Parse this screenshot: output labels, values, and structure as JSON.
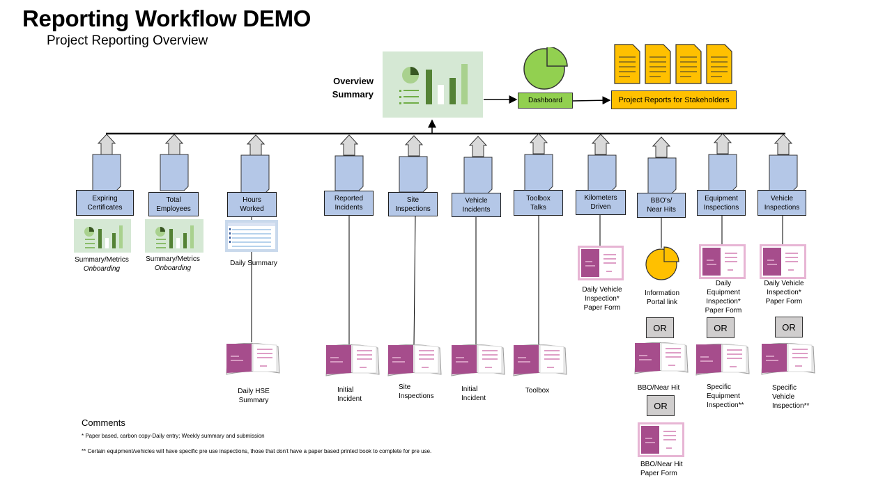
{
  "title": "Reporting Workflow DEMO",
  "subtitle": "Project Reporting Overview",
  "overview": {
    "line1": "Overview",
    "line2": "Summary"
  },
  "dashboard": "Dashboard",
  "reports": "Project Reports for Stakeholders",
  "categories": [
    {
      "line1": "Expiring",
      "line2": "Certificates"
    },
    {
      "line1": "Total",
      "line2": "Employees"
    },
    {
      "line1": "Hours",
      "line2": "Worked"
    },
    {
      "line1": "Reported",
      "line2": "Incidents"
    },
    {
      "line1": "Site",
      "line2": "Inspections"
    },
    {
      "line1": "Vehicle",
      "line2": "Incidents"
    },
    {
      "line1": "Toolbox",
      "line2": "Talks"
    },
    {
      "line1": "Kilometers",
      "line2": "Driven"
    },
    {
      "line1": "BBO's/",
      "line2": "Near Hits"
    },
    {
      "line1": "Equipment",
      "line2": "Inspections"
    },
    {
      "line1": "Vehicle",
      "line2": "Inspections"
    }
  ],
  "sources": {
    "expiring": {
      "line1": "Summary/Metrics",
      "line2": "Onboarding"
    },
    "employees": {
      "line1": "Summary/Metrics",
      "line2": "Onboarding"
    },
    "hours": "Daily Summary",
    "km": {
      "line1": "Daily Vehicle",
      "line2": "Inspection*",
      "line3": "Paper Form"
    },
    "bbo": {
      "line1": "Information",
      "line2": "Portal link"
    },
    "equip": {
      "line1": "Daily",
      "line2": "Equipment",
      "line3": "Inspection*",
      "line4": "Paper Form"
    },
    "vinsp": {
      "line1": "Daily Vehicle",
      "line2": "Inspection*",
      "line3": "Paper Form"
    }
  },
  "or_label": "OR",
  "books": {
    "hse": {
      "line1": "Daily HSE",
      "line2": "Summary"
    },
    "initial1": {
      "line1": "Initial",
      "line2": "Incident"
    },
    "site": {
      "line1": "Site",
      "line2": "Inspections"
    },
    "initial2": {
      "line1": "Initial",
      "line2": "Incident"
    },
    "toolbox": "Toolbox",
    "bbo": "BBO/Near Hit",
    "equip": {
      "line1": "Specific",
      "line2": "Equipment",
      "line3": "Inspection**"
    },
    "vehicle": {
      "line1": "Specific",
      "line2": "Vehicle",
      "line3": "Inspection**"
    },
    "bbo_paper": {
      "line1": "BBO/Near Hit",
      "line2": "Paper Form"
    }
  },
  "comments": {
    "title": "Comments",
    "note1": "* Paper based, carbon copy-Daily entry; Weekly summary and submission",
    "note2": "** Certain equipment/vehicles will have specific pre use inspections, those that don't have a paper based printed book to complete for pre use."
  },
  "colors": {
    "category_fill": "#b4c7e7",
    "dashboard": "#92d050",
    "reports": "#ffc000",
    "overview_fill": "#d5e8d4",
    "book": "#a64d8c"
  }
}
